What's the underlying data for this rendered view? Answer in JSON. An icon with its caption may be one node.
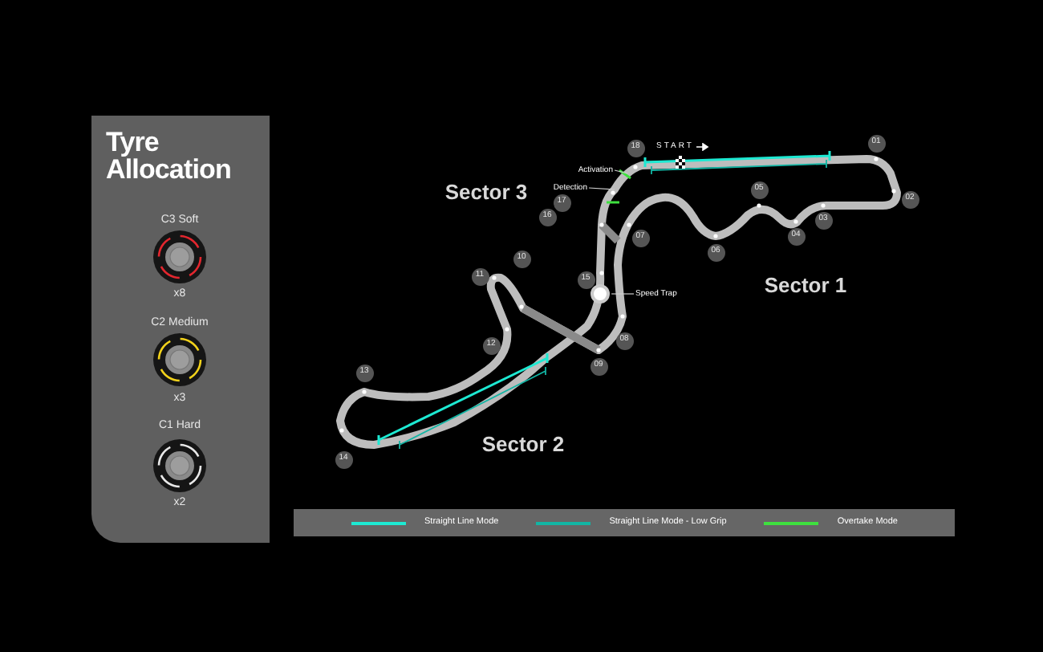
{
  "diagram": {
    "nodes": [
      {
        "text": [
          "Tyre Allocation"
        ]
      },
      {
        "text": [],
        "shape": "picture"
      },
      {
        "text": [
          "Activation"
        ]
      },
      {
        "text": [
          "Detection"
        ]
      },
      {
        "text": [
          "Speed Trap"
        ]
      }
    ],
    "edges": [
      {
        "from": 2,
        "to": 1,
        "arrow": "none"
      },
      {
        "from": 3,
        "to": 1,
        "arrow": "none"
      },
      {
        "from": 4,
        "to": 1,
        "arrow": "none"
      }
    ],
    "labels": [
      "C3 Soft",
      "x8",
      "C2 Medium",
      "x3",
      "C1 Hard",
      "x2",
      "Sector 3",
      "18",
      "START",
      "01",
      "17",
      "16",
      "02",
      "05",
      "07",
      "03",
      "04",
      "06",
      "10",
      "11",
      "15",
      "Sector 1",
      "12",
      "08",
      "09",
      "13",
      "Sector 2",
      "14"
    ],
    "legend": [
      {
        "text": "Straight Line Mode",
        "color": "#1de9d2"
      },
      {
        "text": "Straight Line Mode - Low Grip",
        "color": "#12b5a4"
      },
      {
        "text": "Overtake Mode",
        "color": "#3ee03e"
      }
    ]
  }
}
